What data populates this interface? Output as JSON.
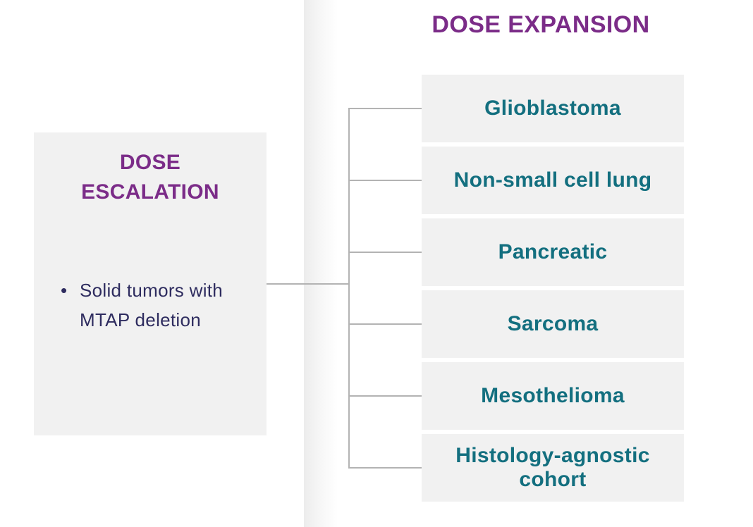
{
  "escalation": {
    "title": "DOSE ESCALATION",
    "bullet": "Solid tumors with MTAP deletion",
    "bullet_marker": "•"
  },
  "expansion": {
    "title": "DOSE EXPANSION",
    "cohorts": [
      "Glioblastoma",
      "Non-small cell lung",
      "Pancreatic",
      "Sarcoma",
      "Mesothelioma",
      "Histology-agnostic cohort"
    ]
  },
  "colors": {
    "heading_purple": "#7b2c88",
    "cohort_teal": "#136f7f",
    "body_navy": "#2e2c5f",
    "box_gray": "#f1f1f1",
    "connector_gray": "#b3b3b3"
  }
}
